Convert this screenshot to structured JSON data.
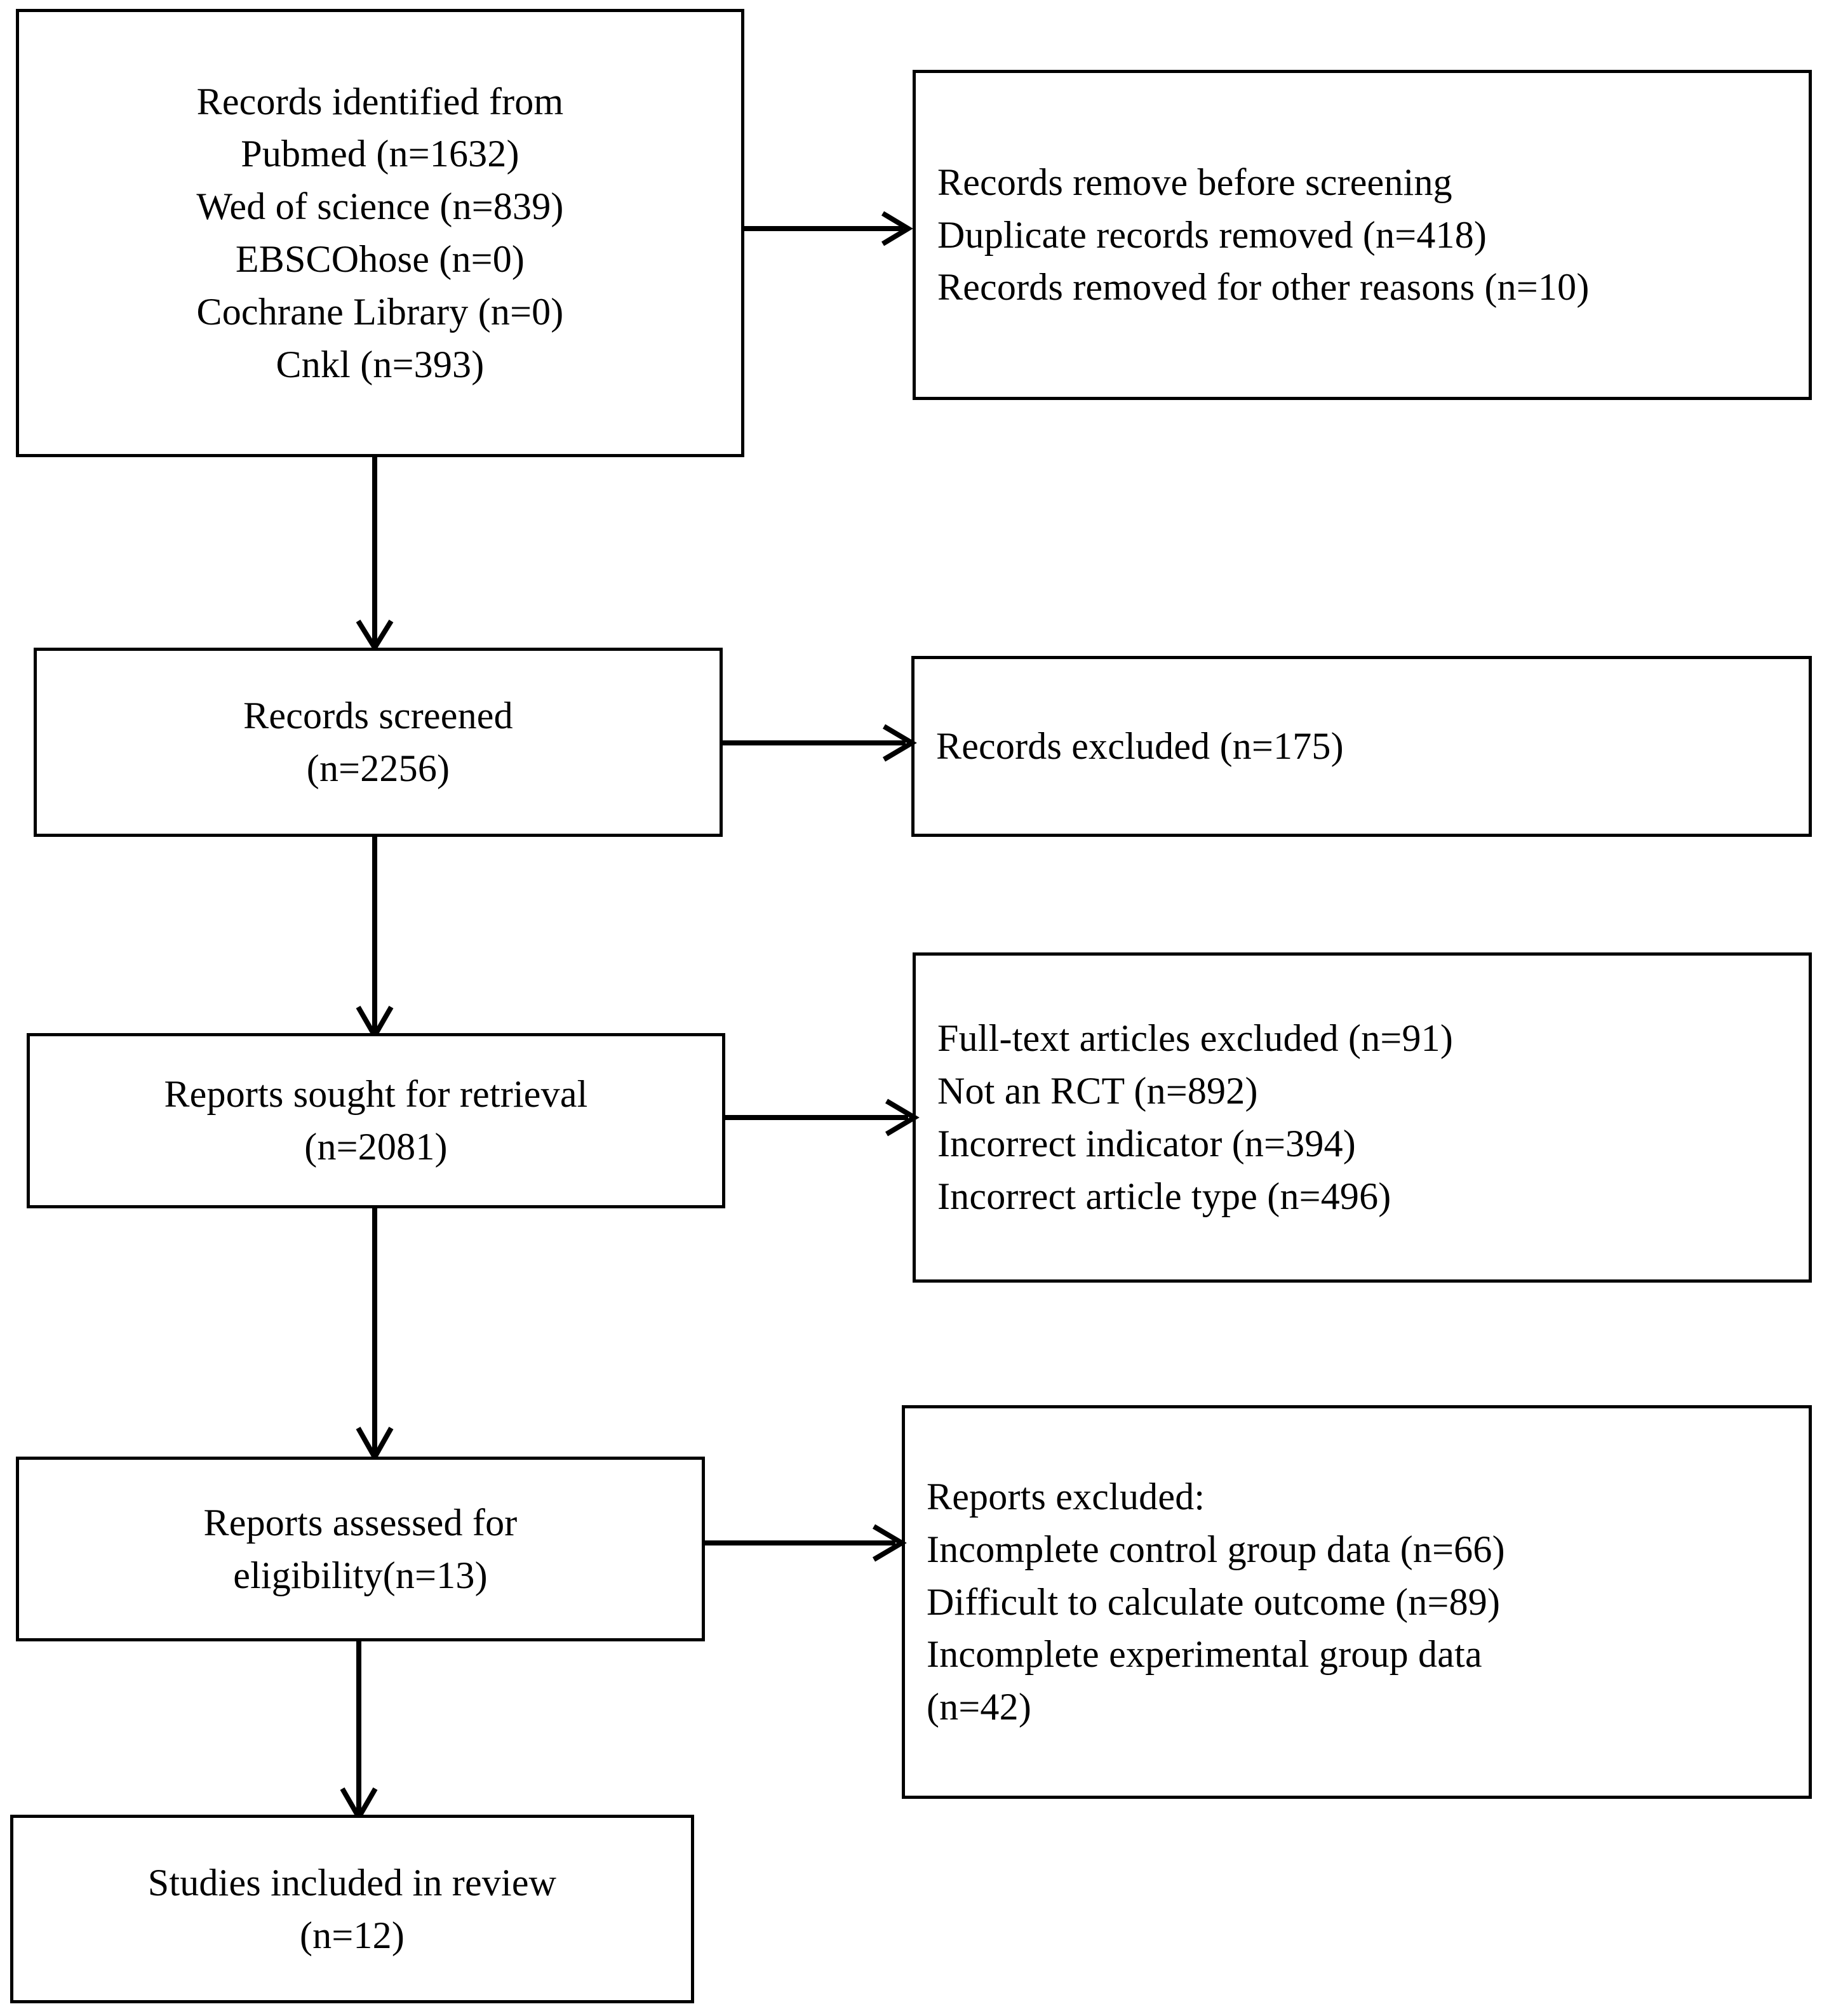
{
  "diagram": {
    "title": "PRISMA study selection flow diagram",
    "line_color": "#000000",
    "background_color": "#ffffff"
  },
  "boxes": {
    "identification": {
      "name": "Records identified from",
      "lines": [
        "Records identified from",
        "Pubmed (n=1632)",
        "Wed of science (n=839)",
        "EBSCOhose (n=0)",
        "Cochrane Library (n=0)",
        "Cnkl (n=393)"
      ]
    },
    "removed_before_screening": {
      "name": "Records remove before screening",
      "lines": [
        "Records remove before screening",
        "Duplicate records removed (n=418)",
        "Records removed for other reasons (n=10)"
      ]
    },
    "records_screened": {
      "name": "Records screened",
      "lines": [
        "Records screened",
        "(n=2256)"
      ]
    },
    "records_excluded": {
      "name": "Records excluded",
      "lines": [
        "Records excluded (n=175)"
      ]
    },
    "reports_sought": {
      "name": "Reports sought for retrieval",
      "lines": [
        "Reports sought for retrieval",
        "(n=2081)"
      ]
    },
    "fulltext_excluded": {
      "name": "Full-text articles excluded",
      "lines": [
        "Full-text articles excluded (n=91)",
        "Not an RCT (n=892)",
        "Incorrect indicator (n=394)",
        "Incorrect article type (n=496)"
      ]
    },
    "reports_assessed": {
      "name": "Reports assessed for eligibility",
      "lines": [
        "Reports assessed for",
        "eligibility(n=13)"
      ]
    },
    "reports_excluded": {
      "name": "Reports excluded",
      "lines": [
        "Reports excluded:",
        "Incomplete control group data (n=66)",
        "Difficult to calculate outcome (n=89)",
        "Incomplete experimental group data",
        "(n=42)"
      ]
    },
    "studies_included": {
      "name": "Studies included in review",
      "lines": [
        "Studies included in review",
        "(n=12)"
      ]
    }
  },
  "connectors": [
    {
      "id": "identification-to-removed",
      "direction": "right",
      "from": "identification",
      "to": "removed_before_screening"
    },
    {
      "id": "identification-to-screened",
      "direction": "down",
      "from": "identification",
      "to": "records_screened"
    },
    {
      "id": "screened-to-excluded",
      "direction": "right",
      "from": "records_screened",
      "to": "records_excluded"
    },
    {
      "id": "screened-to-sought",
      "direction": "down",
      "from": "records_screened",
      "to": "reports_sought"
    },
    {
      "id": "sought-to-fulltext-excluded",
      "direction": "right",
      "from": "reports_sought",
      "to": "fulltext_excluded"
    },
    {
      "id": "sought-to-assessed",
      "direction": "down",
      "from": "reports_sought",
      "to": "reports_assessed"
    },
    {
      "id": "assessed-to-reports-excluded",
      "direction": "right",
      "from": "reports_assessed",
      "to": "reports_excluded"
    },
    {
      "id": "assessed-to-included",
      "direction": "down",
      "from": "reports_assessed",
      "to": "studies_included"
    }
  ]
}
